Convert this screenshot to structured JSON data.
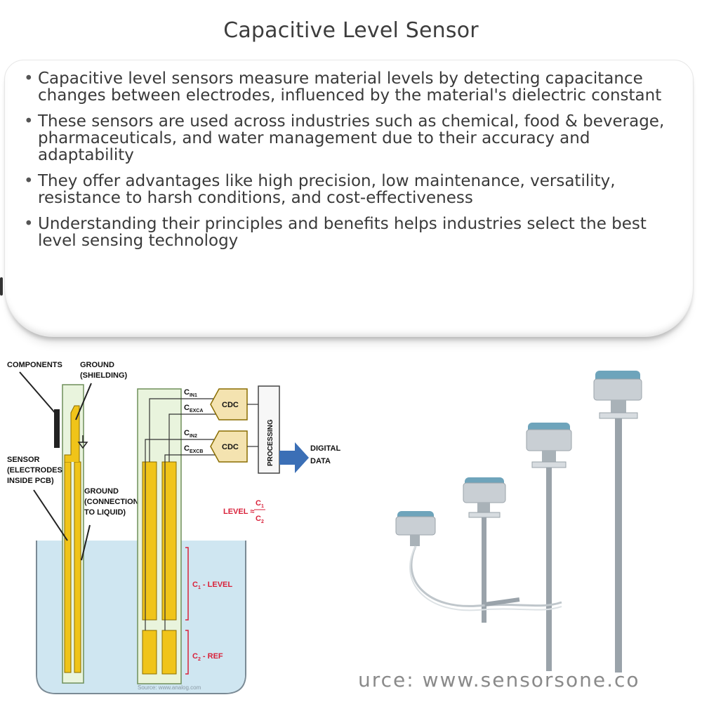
{
  "page": {
    "title": "Capacitive Level Sensor",
    "bullets": [
      "Capacitive level sensors measure material levels by detecting capacitance changes between electrodes, influenced by the material's dielectric constant",
      "These sensors are used across industries such as chemical, food & beverage, pharmaceuticals, and water management due to their accuracy and adaptability",
      "They offer advantages like high precision, low maintenance, versatility, resistance to harsh conditions, and cost-effectiveness",
      "Understanding their principles and benefits helps industries select the best level sensing technology"
    ]
  },
  "diagram": {
    "components": "COMPONENTS",
    "ground_shielding_1": "GROUND",
    "ground_shielding_2": "(SHIELDING)",
    "sensor_1": "SENSOR",
    "sensor_2": "(ELECTRODES",
    "sensor_3": "INSIDE PCB)",
    "ground_liquid_1": "GROUND",
    "ground_liquid_2": "(CONNECTION",
    "ground_liquid_3": "TO LIQUID)",
    "cin1": "C",
    "cin1_sub": "IN1",
    "cexca": "C",
    "cexca_sub": "EXCA",
    "cin2": "C",
    "cin2_sub": "IN2",
    "cexcb": "C",
    "cexcb_sub": "EXCB",
    "cdc_a": "CDC",
    "cdc_b": "CDC",
    "processing": "PROCESSING",
    "digital_1": "DIGITAL",
    "digital_2": "DATA",
    "level_label": "LEVEL ≈",
    "level_num": "C",
    "level_num_sub": "1",
    "level_den": "C",
    "level_den_sub": "2",
    "c1_level": "C",
    "c1_sub": "1",
    "c1_text": " - LEVEL",
    "c2_ref": "C",
    "c2_sub": "2",
    "c2_text": " - REF",
    "source_small": "Source: www.analog.com"
  },
  "photo": {
    "source": "urce: www.sensorsone.co"
  },
  "colors": {
    "electrode": "#f0c419",
    "outline": "#8a6d00",
    "liquid": "#cfe6f1",
    "board": "#e8f4e0",
    "red_text": "#d9213a",
    "arrow": "#3b6fb6",
    "cdc_fill": "#f4e3b0"
  }
}
